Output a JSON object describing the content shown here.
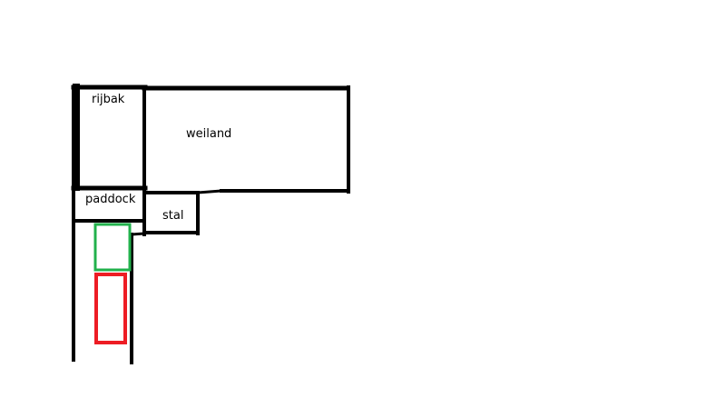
{
  "labels": {
    "rijbak": "rijbak",
    "weiland": "weiland",
    "paddock": "paddock",
    "stal": "stal"
  },
  "colors": {
    "line": "#000000",
    "green_box": "#22b14c",
    "red_box": "#ed1c24",
    "background": "#ffffff"
  }
}
